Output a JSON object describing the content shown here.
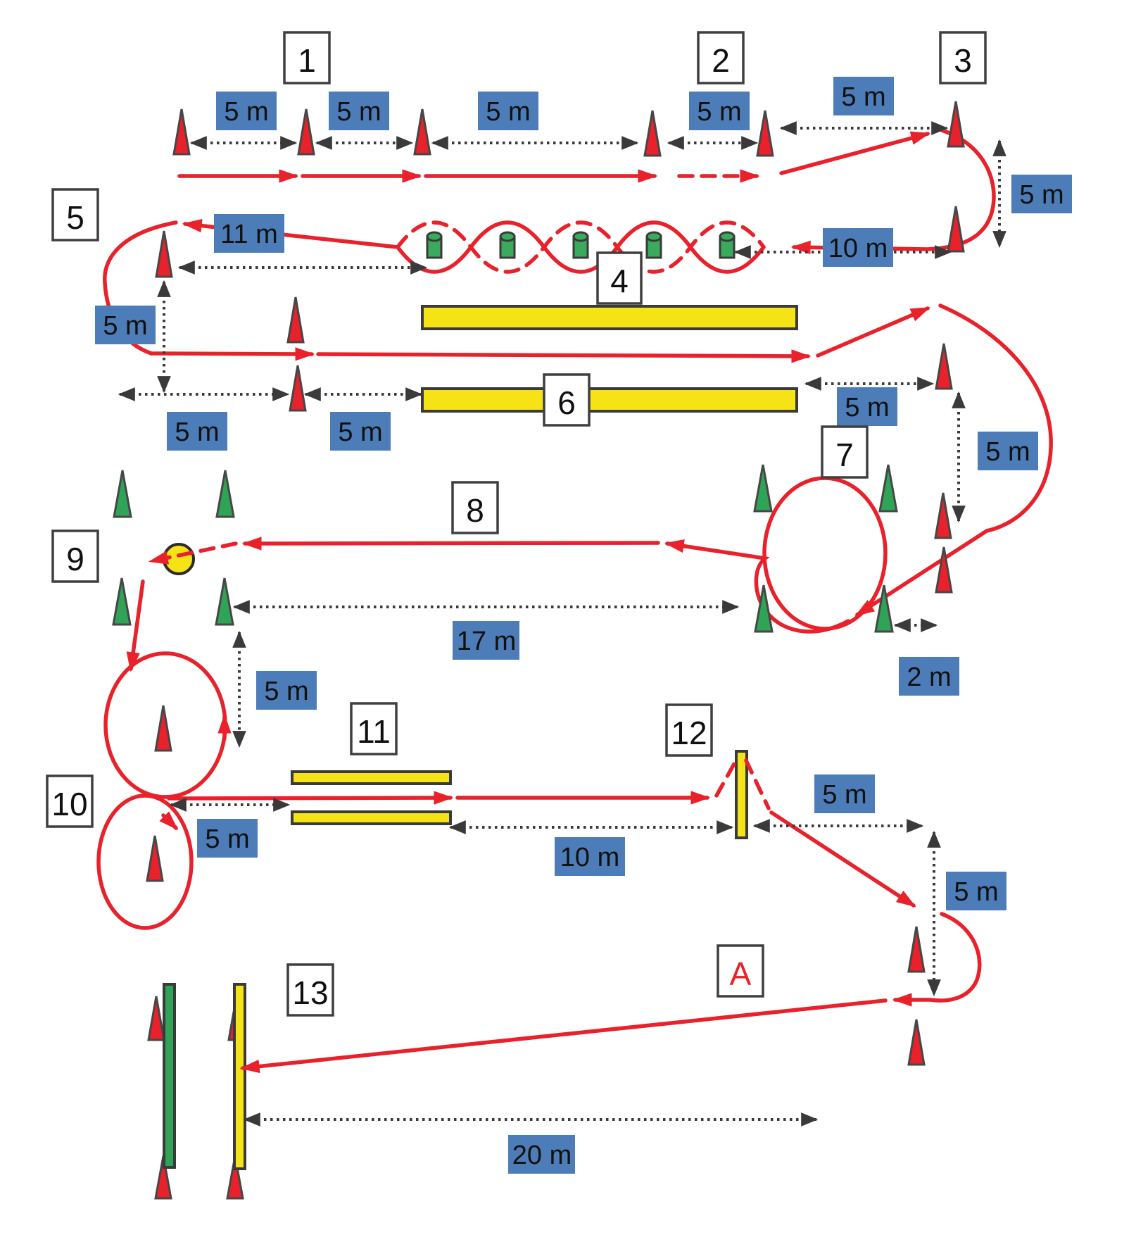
{
  "diagram_type": "course-layout",
  "colors": {
    "path_red": "#e8212b",
    "label_blue": "#4d7db8",
    "bar_yellow": "#f5e315",
    "cone_green": "#2fa356",
    "cone_red": "#e8212b",
    "outline_dark": "#3a3a3a",
    "start_circle_yellow": "#f5e315"
  },
  "stations": [
    {
      "label": "1"
    },
    {
      "label": "2"
    },
    {
      "label": "3"
    },
    {
      "label": "4"
    },
    {
      "label": "5"
    },
    {
      "label": "6"
    },
    {
      "label": "7"
    },
    {
      "label": "8"
    },
    {
      "label": "9"
    },
    {
      "label": "10"
    },
    {
      "label": "11"
    },
    {
      "label": "12"
    },
    {
      "label": "13"
    },
    {
      "label": "A"
    }
  ],
  "measurements": [
    {
      "text": "5 m"
    },
    {
      "text": "5 m"
    },
    {
      "text": "5 m"
    },
    {
      "text": "5 m"
    },
    {
      "text": "5 m"
    },
    {
      "text": "5 m"
    },
    {
      "text": "11 m"
    },
    {
      "text": "10 m"
    },
    {
      "text": "5 m"
    },
    {
      "text": "5 m"
    },
    {
      "text": "5 m"
    },
    {
      "text": "5 m"
    },
    {
      "text": "5 m"
    },
    {
      "text": "17 m"
    },
    {
      "text": "2 m"
    },
    {
      "text": "5 m"
    },
    {
      "text": "5 m"
    },
    {
      "text": "10 m"
    },
    {
      "text": "5 m"
    },
    {
      "text": "5 m"
    },
    {
      "text": "20 m"
    }
  ]
}
